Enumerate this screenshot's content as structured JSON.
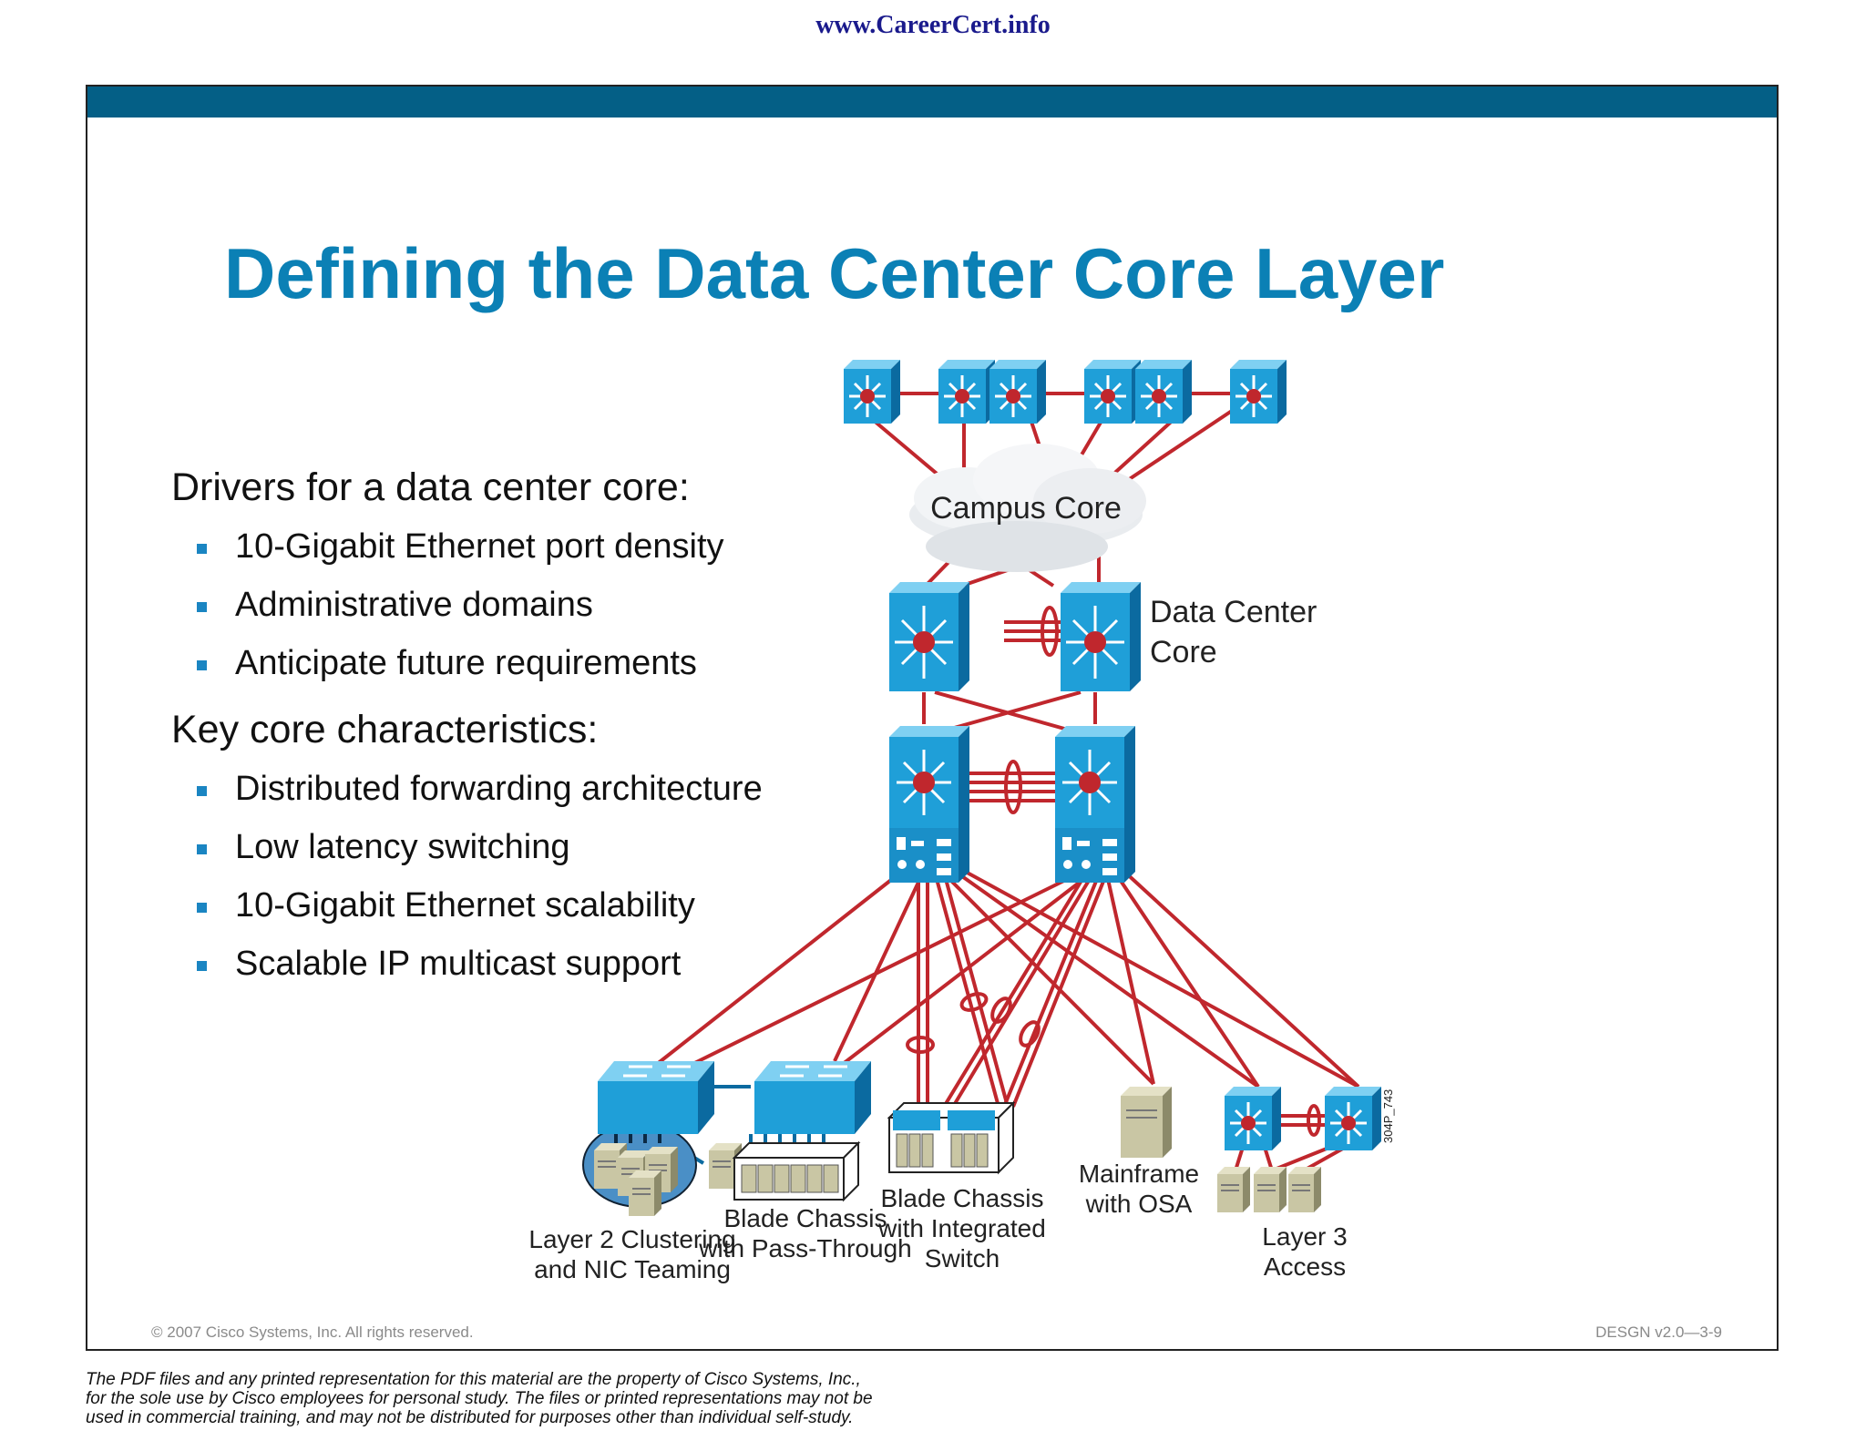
{
  "header": {
    "url": "www.CareerCert.info"
  },
  "slide": {
    "title": "Defining the Data Center Core Layer",
    "drivers_heading": "Drivers for a data center core:",
    "drivers": [
      "10-Gigabit Ethernet port density",
      "Administrative domains",
      "Anticipate future requirements"
    ],
    "characteristics_heading": "Key core characteristics:",
    "characteristics": [
      "Distributed forwarding architecture",
      "Low latency switching",
      "10-Gigabit Ethernet scalability",
      "Scalable IP multicast support"
    ],
    "copyright": "© 2007 Cisco Systems, Inc. All rights reserved.",
    "slide_id": "DESGN v2.0—3-9"
  },
  "diagram": {
    "campus_core": "Campus Core",
    "dc_core_line1": "Data Center",
    "dc_core_line2": "Core",
    "figure_code": "304P_743",
    "labels": {
      "l2_line1": "Layer 2 Clustering",
      "l2_line2": "and NIC Teaming",
      "pass_line1": "Blade Chassis",
      "pass_line2": "with Pass-Through",
      "integ_line1": "Blade Chassis",
      "integ_line2": "with Integrated",
      "integ_line3": "Switch",
      "mf_line1": "Mainframe",
      "mf_line2": "with OSA",
      "l3_line1": "Layer 3",
      "l3_line2": "Access"
    },
    "colors": {
      "link": "#c0272d",
      "device": "#1f9fd8",
      "device_dark": "#0b6aa0",
      "title": "#0b80b5",
      "topbar": "#045f86"
    }
  },
  "footer": {
    "disclaimer_line1": "The PDF files and any printed representation for this material are the property of Cisco Systems, Inc.,",
    "disclaimer_line2": "for the sole use by Cisco employees for personal study. The files or printed representations may not be",
    "disclaimer_line3": "used in commercial training, and may not be distributed for purposes other than individual self-study."
  }
}
